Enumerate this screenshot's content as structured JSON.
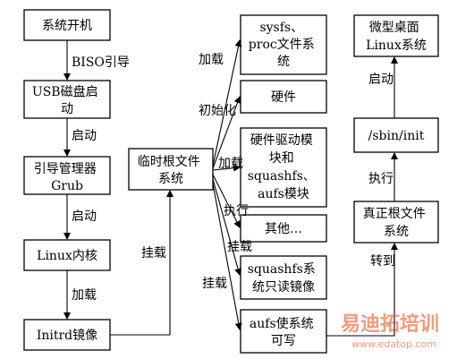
{
  "nodes": {
    "boot": [
      "系统开机"
    ],
    "usb": [
      "USB磁盘启",
      "动"
    ],
    "grub": [
      "引导管理器",
      "Grub"
    ],
    "kernel": [
      "Linux内核"
    ],
    "initrd": [
      "Initrd镜像"
    ],
    "tmproot": [
      "临时根文件",
      "系统"
    ],
    "sysfs": [
      "sysfs、",
      "proc文件系",
      "统"
    ],
    "hardware": [
      "硬件"
    ],
    "drivers": [
      "硬件驱动模",
      "块和",
      "squashfs、",
      "aufs模块"
    ],
    "other": [
      "其他…"
    ],
    "squashfs": [
      "squashfs系",
      "统只读镜像"
    ],
    "aufs": [
      "aufs使系统",
      "可写"
    ],
    "realroot": [
      "真正根文件",
      "系统"
    ],
    "sbininit": [
      "/sbin/init"
    ],
    "desktop": [
      "微型桌面",
      "Linux系统"
    ]
  },
  "labels": {
    "biso": "BISO引导",
    "start1": "启动",
    "start2": "启动",
    "load1": "加载",
    "mount1": "挂载",
    "load2": "加载",
    "init": "初始化",
    "load3": "加载",
    "exec1": "执行",
    "mount2": "挂载",
    "mount3": "挂载",
    "goto": "转到",
    "exec2": "执行",
    "start3": "启动"
  },
  "watermark": {
    "brand": "易迪拓培训",
    "url": "www.edatop.com"
  }
}
